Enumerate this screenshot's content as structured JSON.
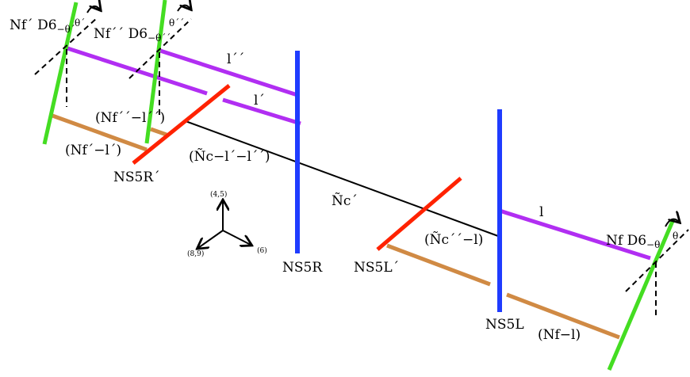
{
  "colors": {
    "ns5": "#1f3cff",
    "ns5_prime": "#ff2200",
    "d6": "#44dd22",
    "d4_purple": "#b12ef2",
    "d4_brown": "#d08a44",
    "black": "#000000"
  },
  "labels": {
    "nf_d6_theta_prime": "Nf´ D6",
    "nf_d6_theta_prime_sub": "−θ´",
    "theta_prime": "θ´",
    "nf_d6_theta_dprime": "Nf´´ D6",
    "nf_d6_theta_dprime_sub": "−θ´´",
    "theta_dprime": "θ´´",
    "l_dprime": "l´´",
    "l_prime": "l´",
    "nf_dprime_minus_l_dprime": "(Nf´´−l´´)",
    "nf_prime_minus_l_prime": "(Nf´−l´)",
    "nc_tilde_minus": "(Ñc−l´−l´´)",
    "ns5r_prime": "NS5R´",
    "nc_tilde_prime": "Ñc´",
    "axis_45": "(4,5)",
    "axis_89": "(8,9)",
    "axis_6": "(6)",
    "ns5r": "NS5R",
    "ns5l_prime": "NS5L´",
    "nc_dprime_minus_l": "(Ñc´´−l)",
    "l": "l",
    "nf_d6_theta": "Nf D6",
    "nf_d6_theta_sub": "−θ",
    "theta": "θ",
    "ns5l": "NS5L",
    "nf_minus_l": "(Nf−l)"
  }
}
